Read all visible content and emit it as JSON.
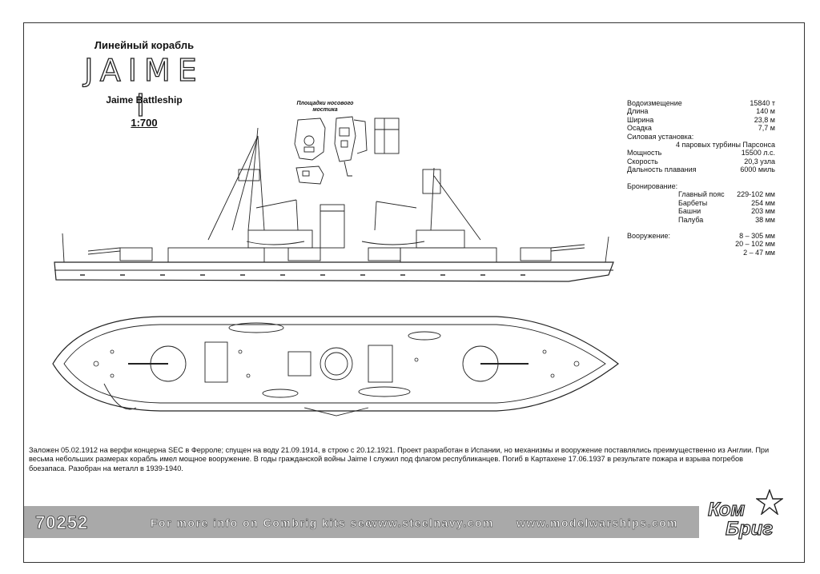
{
  "header": {
    "type_ru": "Линейный корабль",
    "ship_name": "JAIME I",
    "type_en": "Jaime Battleship",
    "scale": "1:700"
  },
  "bridge_label": "Площадки носового мостика",
  "specs": [
    {
      "label": "Водоизмещение",
      "value": "15840 т"
    },
    {
      "label": "Длина",
      "value": "140 м"
    },
    {
      "label": "Ширина",
      "value": "23,8 м"
    },
    {
      "label": "Осадка",
      "value": "7,7 м"
    },
    {
      "label": "Силовая установка:",
      "value": ""
    },
    {
      "label": "",
      "value": "4 паровых турбины Парсонса"
    },
    {
      "label": "Мощность",
      "value": "15500 л.с."
    },
    {
      "label": "Скорость",
      "value": "20,3 узла"
    },
    {
      "label": "Дальность плавания",
      "value": "6000 миль"
    }
  ],
  "armor": {
    "heading": "Бронирование:",
    "rows": [
      {
        "label": "Главный пояс",
        "value": "229-102 мм"
      },
      {
        "label": "Барбеты",
        "value": "254 мм"
      },
      {
        "label": "Башни",
        "value": "203 мм"
      },
      {
        "label": "Палуба",
        "value": "38 мм"
      }
    ]
  },
  "armament": {
    "heading": "Вооружение:",
    "rows": [
      "8 – 305 мм",
      "20 – 102 мм",
      "2 – 47 мм"
    ]
  },
  "description": "Заложен 05.02.1912 на верфи концерна SEC в Ферроле; спущен на воду 21.09.1914, в строю с 20.12.1921. Проект разработан в Испании, но механизмы и вооружение поставлялись преимущественно из Англии. При весьма небольших размерах корабль имел мощное вооружение.  В годы гражданской войны Jaime I служил под флагом республиканцев. Погиб в Картахене 17.06.1937 в результате пожара и взрыва погребов боезапаса. Разобран на металл в 1939-1940.",
  "footer": {
    "kit_number": "70252",
    "info_text": "For more info on Combrig kits see:",
    "url1": "www.steelnavy.com",
    "url2": "www.modelwarships.com"
  },
  "logo": {
    "line1": "Ком",
    "line2": "Бриг"
  }
}
